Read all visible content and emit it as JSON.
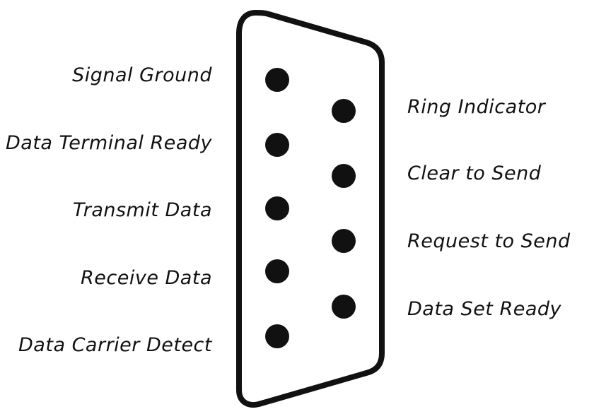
{
  "diagram": {
    "left_pins": [
      {
        "label": "Signal Ground"
      },
      {
        "label": "Data Terminal Ready"
      },
      {
        "label": "Transmit Data"
      },
      {
        "label": "Receive Data"
      },
      {
        "label": "Data Carrier Detect"
      }
    ],
    "right_pins": [
      {
        "label": "Ring Indicator"
      },
      {
        "label": "Clear to Send"
      },
      {
        "label": "Request to Send"
      },
      {
        "label": "Data Set Ready"
      }
    ],
    "colors": {
      "ink": "#111111",
      "background": "#ffffff"
    }
  }
}
